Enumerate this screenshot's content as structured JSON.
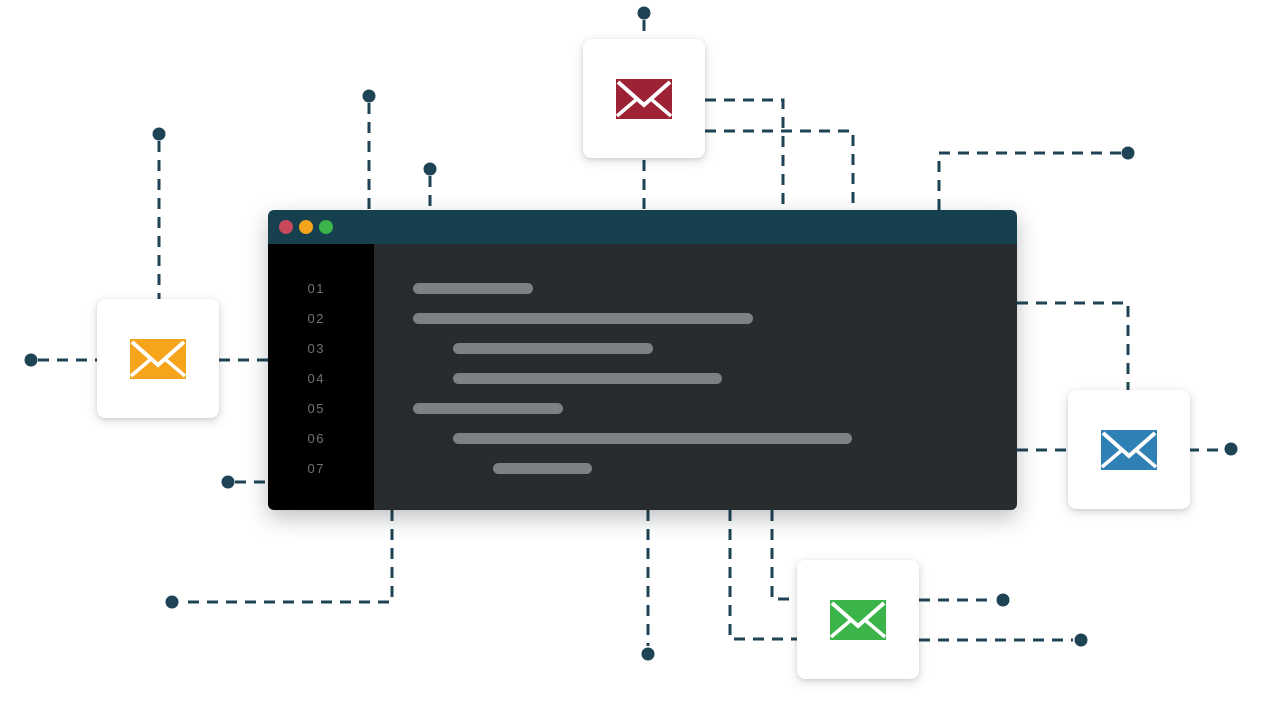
{
  "scene": {
    "background": "#ffffff",
    "connector_color": "#1d4355",
    "description_icons": [
      "envelope-icon",
      "envelope-icon",
      "envelope-icon",
      "envelope-icon"
    ]
  },
  "editor_window": {
    "title_bar": {
      "color": "#16404e",
      "traffic_lights": [
        {
          "name": "close",
          "color": "#c8485c"
        },
        {
          "name": "minimize",
          "color": "#f4a51c"
        },
        {
          "name": "maximize",
          "color": "#3bb54a"
        }
      ]
    },
    "gutter": {
      "background": "#000000",
      "line_numbers": [
        "01",
        "02",
        "03",
        "04",
        "05",
        "06",
        "07"
      ]
    },
    "content": {
      "background": "#272c2e",
      "bar_color": "#7d8183"
    }
  },
  "cards": [
    {
      "position": "top",
      "icon": "envelope-icon",
      "icon_color": "#9e2235"
    },
    {
      "position": "left",
      "icon": "envelope-icon",
      "icon_color": "#f5a41b"
    },
    {
      "position": "right",
      "icon": "envelope-icon",
      "icon_color": "#2f80b4"
    },
    {
      "position": "bottom",
      "icon": "envelope-icon",
      "icon_color": "#3bb54a"
    }
  ]
}
